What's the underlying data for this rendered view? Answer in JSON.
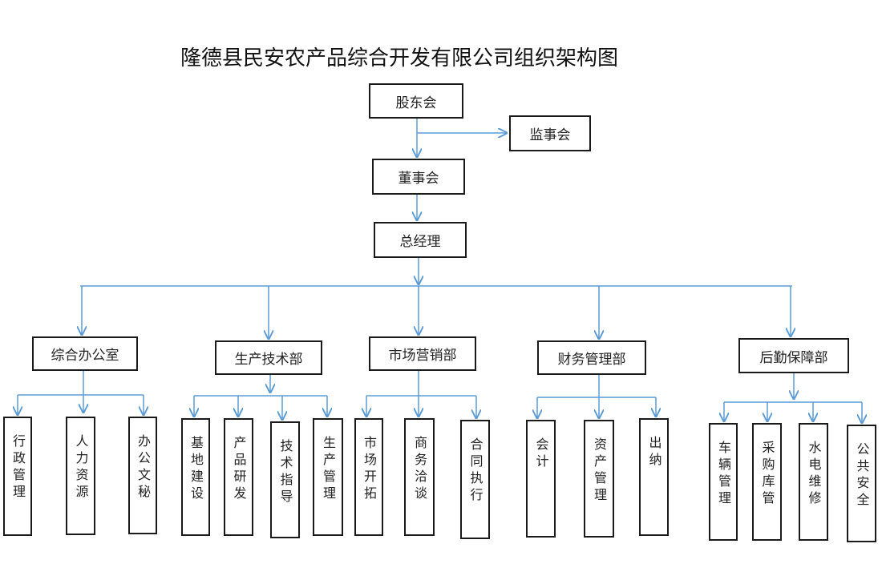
{
  "title": "隆德县民安农产品综合开发有限公司组织架构图",
  "colors": {
    "connector": "#5b9bd5",
    "border": "#1a1a1a"
  },
  "top": {
    "shareholders": "股东会",
    "supervisors": "监事会",
    "board": "董事会",
    "gm": "总经理"
  },
  "departments": [
    {
      "name": "综合办公室",
      "children": [
        "行政管理",
        "人力资源",
        "办公文秘"
      ]
    },
    {
      "name": "生产技术部",
      "children": [
        "基地建设",
        "产品研发",
        "技术指导",
        "生产管理"
      ]
    },
    {
      "name": "市场营销部",
      "children": [
        "市场开拓",
        "商务洽谈",
        "合同执行"
      ]
    },
    {
      "name": "财务管理部",
      "children": [
        "会计",
        "资产管理",
        "出纳"
      ]
    },
    {
      "name": "后勤保障部",
      "children": [
        "车辆管理",
        "采购库管",
        "水电维修",
        "公共安全"
      ]
    }
  ]
}
